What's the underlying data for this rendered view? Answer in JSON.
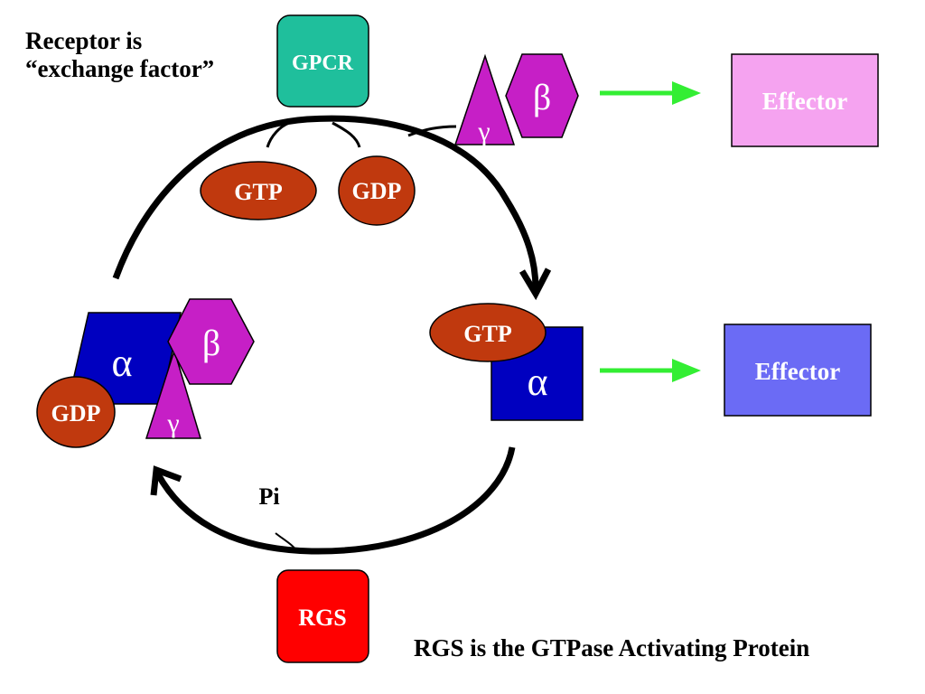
{
  "labels": {
    "receptor_note_line1": "Receptor is",
    "receptor_note_line2": "“exchange factor”",
    "gpcr": "GPCR",
    "gtp": "GTP",
    "gdp": "GDP",
    "alpha": "α",
    "beta": "β",
    "gamma": "γ",
    "effector": "Effector",
    "pi": "Pi",
    "rgs": "RGS",
    "rgs_note": "RGS is the GTPase Activating Protein"
  },
  "colors": {
    "gpcr": "#1fbf9c",
    "nucleotide": "#c0390e",
    "alpha": "#0000c0",
    "beta_gamma": "#c61fc6",
    "effector_top": "#f5a3f0",
    "effector_bottom": "#6b6bf5",
    "arrow": "#33ee33",
    "rgs": "#ff0000",
    "cycle": "#000000"
  }
}
